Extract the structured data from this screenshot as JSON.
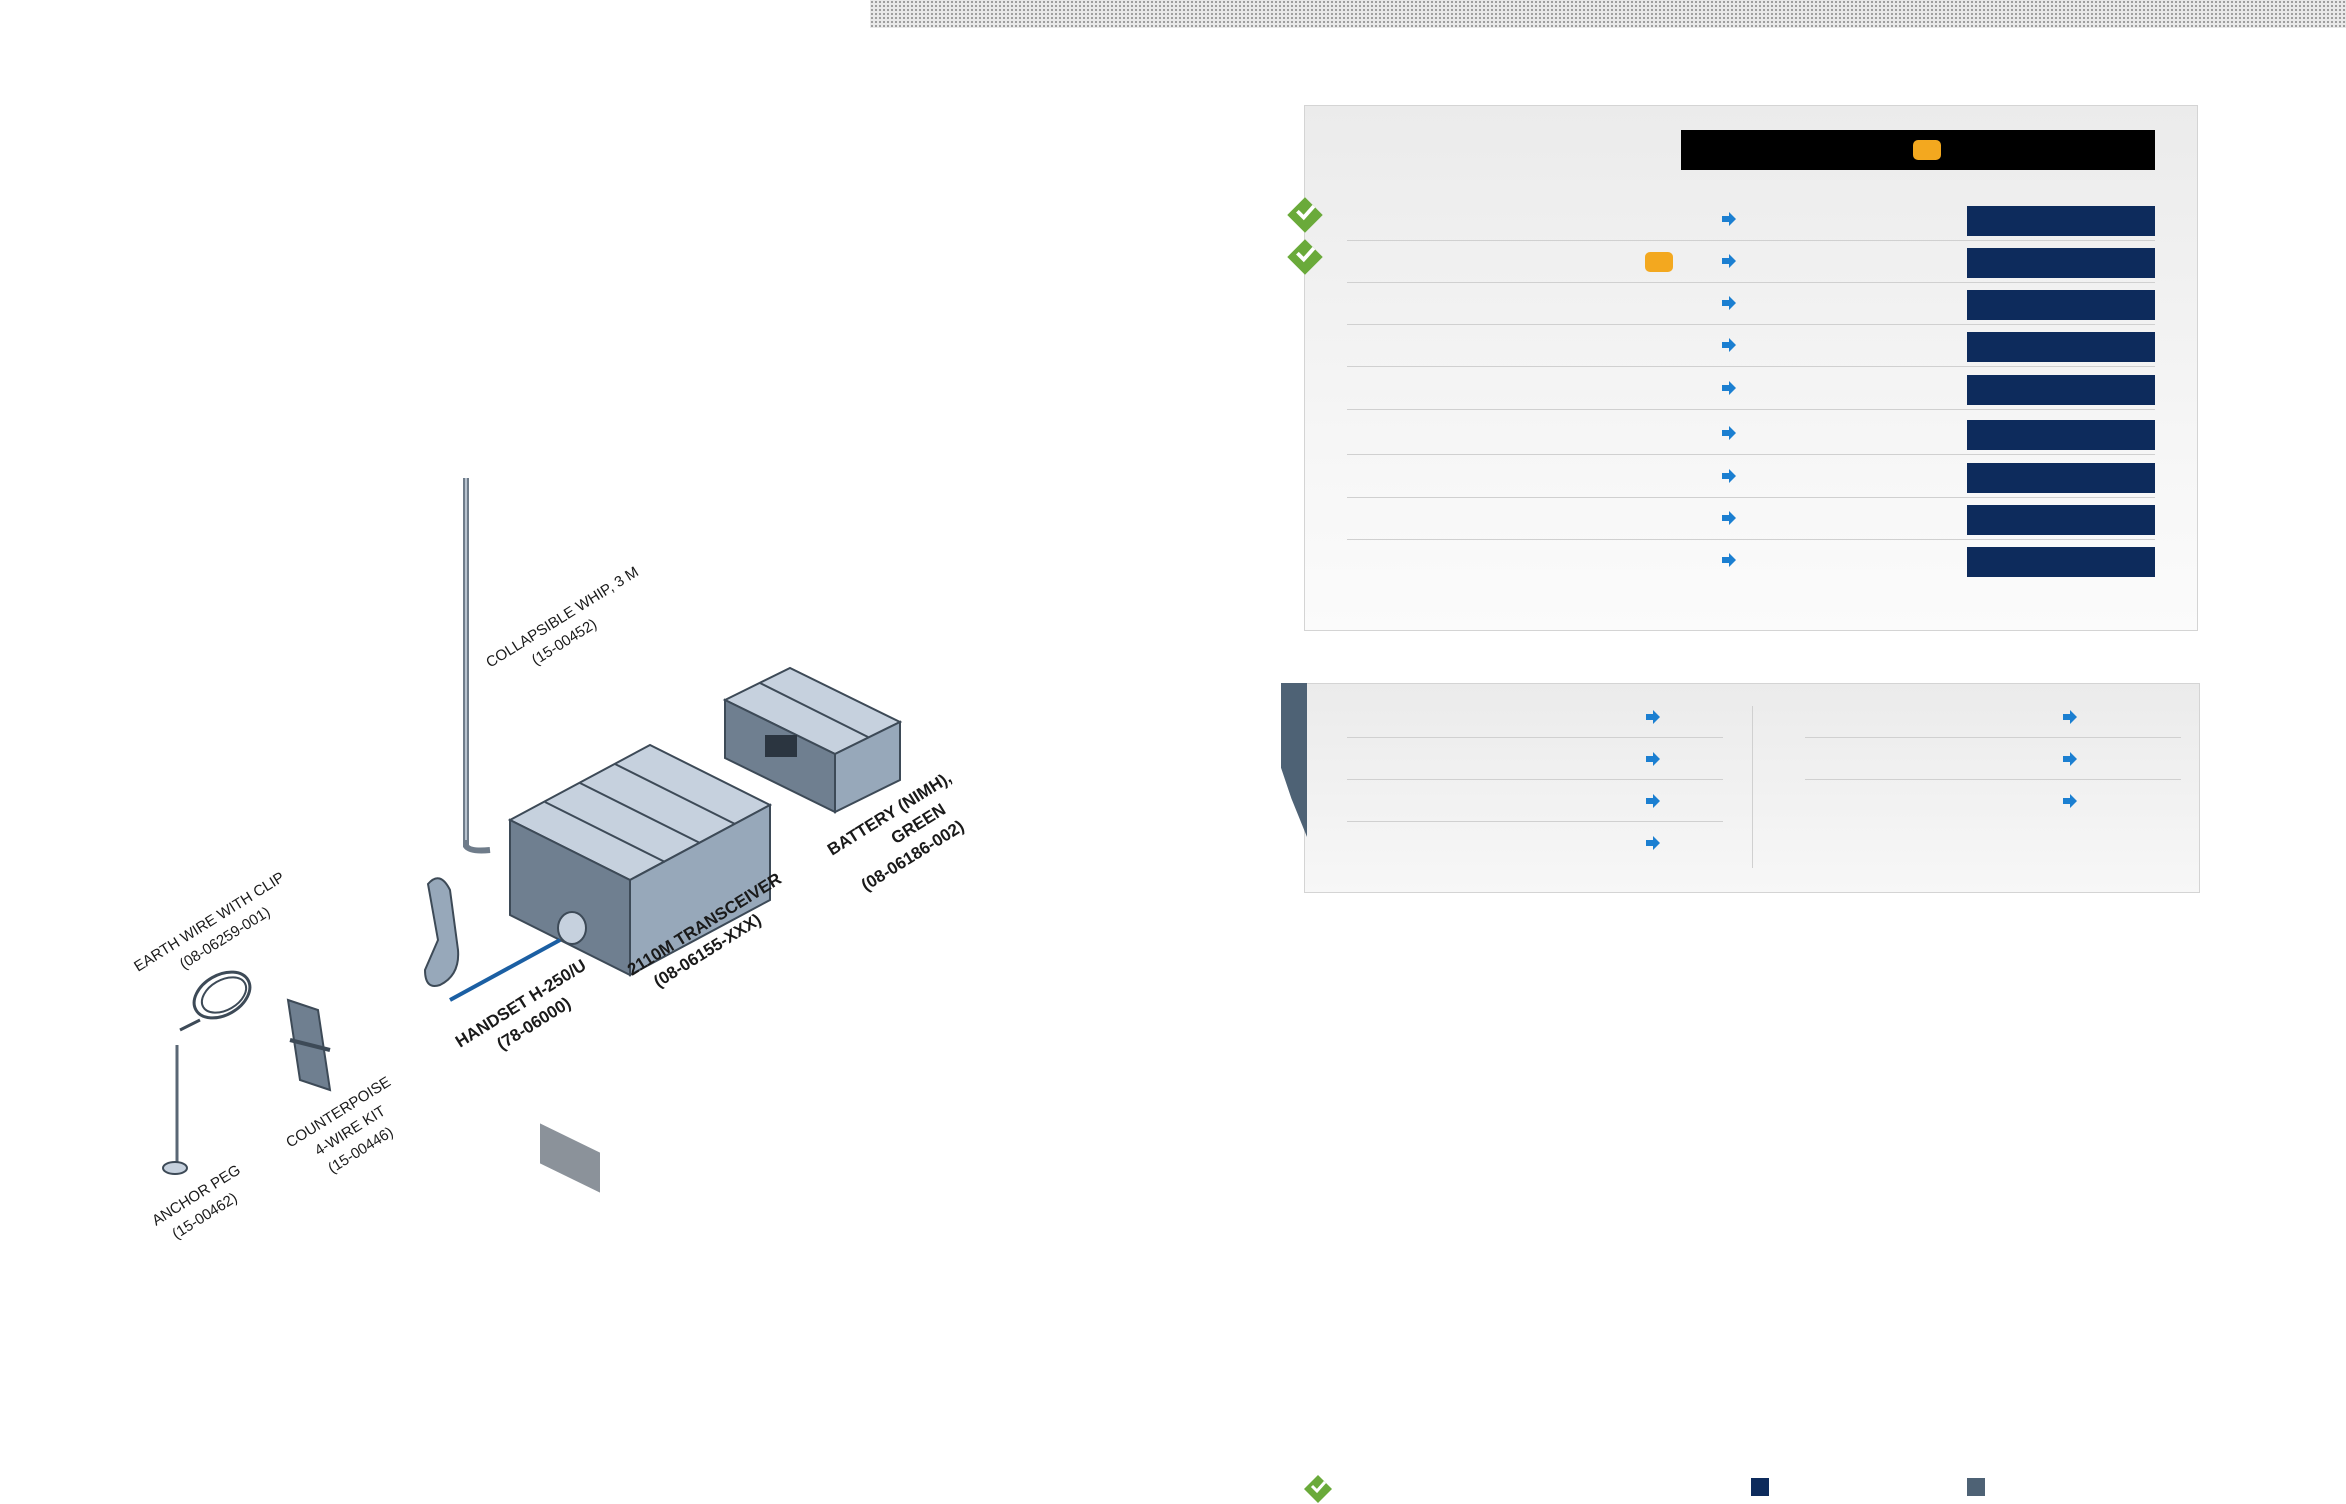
{
  "diagram": {
    "labels": {
      "whip_name": "COLLAPSIBLE WHIP, 3 M",
      "whip_part": "(15-00452)",
      "battery_name": "BATTERY (NIMH),",
      "battery_color": "GREEN",
      "battery_part": "(08-06186-002)",
      "transceiver_name": "2110M TRANSCEIVER",
      "transceiver_part": "(08-06155-XXX)",
      "handset_name": "HANDSET H-250/U",
      "handset_part": "(78-06000)",
      "earth_name": "EARTH WIRE WITH CLIP",
      "earth_part": "(08-06259-001)",
      "counterpoise_name": "COUNTERPOISE",
      "counterpoise_kit": "4-WIRE KIT",
      "counterpoise_part": "(15-00446)",
      "anchor_name": "ANCHOR PEG",
      "anchor_part": "(15-00462)"
    }
  },
  "panel1": {
    "rows": 9,
    "checked_rows": [
      0,
      1
    ]
  },
  "panel2": {
    "left_rows": 4,
    "right_rows": 3
  },
  "colors": {
    "navy": "#0d2b5c",
    "slate": "#4e6275",
    "orange": "#f3a81f",
    "green": "#6aaa3a",
    "arrow_blue": "#1b7fd1"
  },
  "icons": {
    "arrow": "arrow-right-icon",
    "check": "check-badge-icon"
  }
}
